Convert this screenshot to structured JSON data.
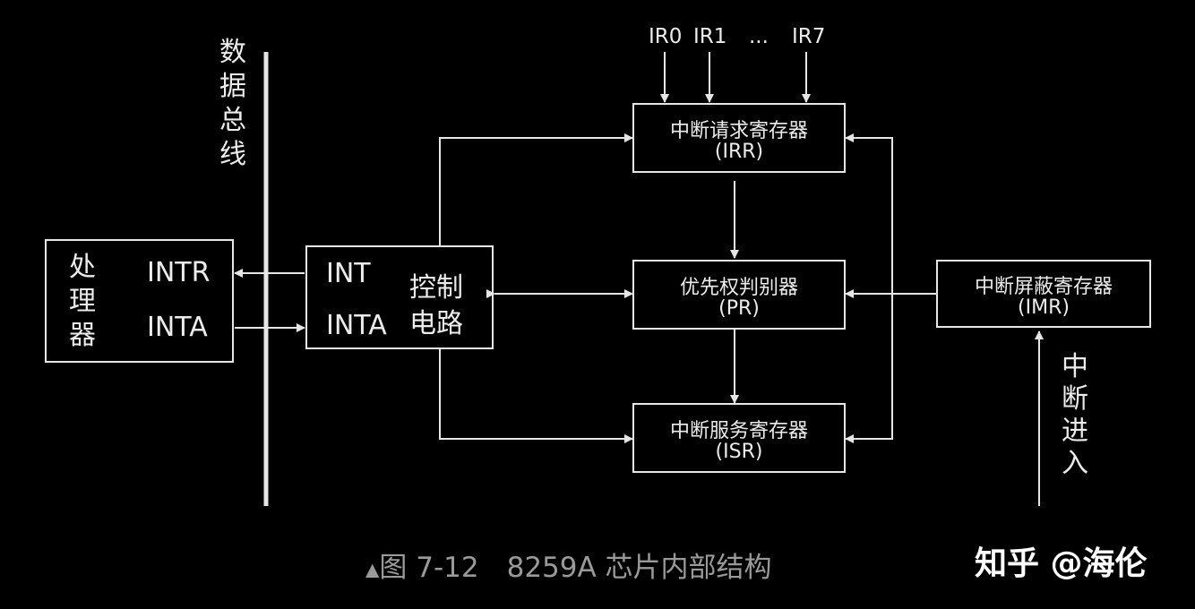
{
  "bus_label": [
    "数",
    "据",
    "总",
    "线"
  ],
  "processor": {
    "name": [
      "处",
      "理",
      "器"
    ],
    "intr": "INTR",
    "inta": "INTA"
  },
  "control": {
    "int": "INT",
    "inta": "INTA",
    "name_line1": "控制",
    "name_line2": "电路"
  },
  "irr": {
    "name": "中断请求寄存器",
    "abbr": "(IRR)"
  },
  "pr": {
    "name": "优先权判别器",
    "abbr": "(PR)"
  },
  "isr": {
    "name": "中断服务寄存器",
    "abbr": "(ISR)"
  },
  "imr": {
    "name": "中断屏蔽寄存器",
    "abbr": "(IMR)"
  },
  "ir_inputs": {
    "ir0": "IR0",
    "ir1": "IR1",
    "dots": "...",
    "ir7": "IR7"
  },
  "interrupt_entry": [
    "中",
    "断",
    "进",
    "入"
  ],
  "caption": {
    "triangle": "▲",
    "text": "图 7-12　8259A 芯片内部结构"
  },
  "watermark": "知乎 @海伦"
}
